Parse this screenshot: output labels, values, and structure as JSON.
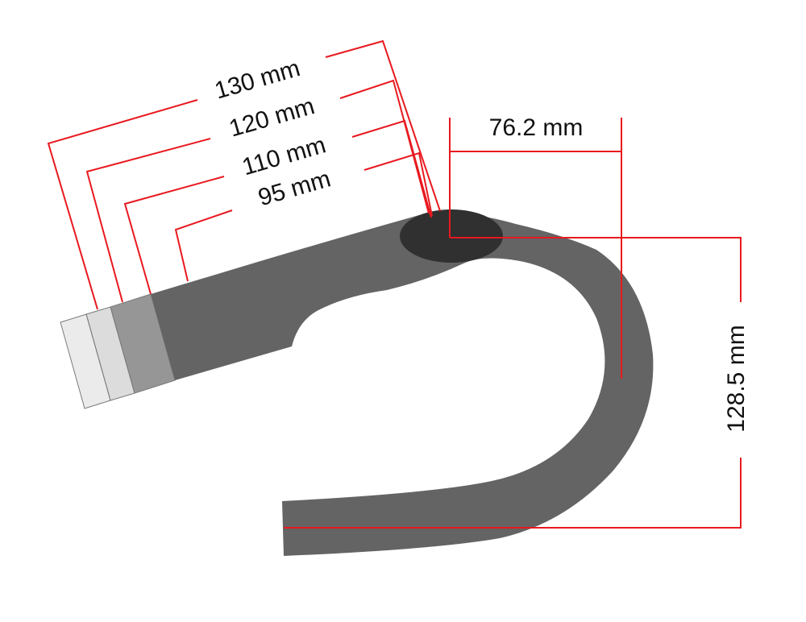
{
  "colors": {
    "dimension_line": "#e8191f",
    "bar_body": "#646464",
    "clamp": "#303030",
    "stem_95": "#969696",
    "stem_110": "#c8c8c8",
    "stem_120": "#dcdcdc",
    "stem_130": "#ebebeb",
    "background": "#ffffff"
  },
  "reach": {
    "dimensions": [
      "130 mm",
      "120 mm",
      "110 mm",
      "95 mm"
    ]
  },
  "handlebar": {
    "reach_label": "76.2 mm",
    "drop_label": "128.5 mm"
  }
}
